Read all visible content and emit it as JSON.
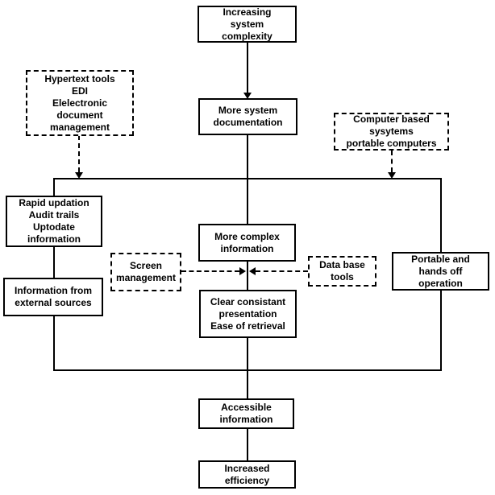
{
  "diagram": {
    "type": "flowchart",
    "colors": {
      "background": "#ffffff",
      "node_fill": "#ffffff",
      "line": "#000000",
      "text": "#000000"
    },
    "nodes": {
      "increasing_system_complexity": {
        "label": "Increasing\nsystem\ncomplexity",
        "style": "solid"
      },
      "more_system_documentation": {
        "label": "More system\ndocumentation",
        "style": "solid"
      },
      "hypertext_tools": {
        "label": "Hypertext tools\nEDI\nElelectronic\ndocument\nmanagement",
        "style": "dashed"
      },
      "computer_based_systems": {
        "label": "Computer based\nsysytems\nportable computers",
        "style": "dashed"
      },
      "rapid_updation": {
        "label": "Rapid updation\nAudit trails\nUptodate\ninformation",
        "style": "solid"
      },
      "information_from_external_sources": {
        "label": "Information from\nexternal sources",
        "style": "solid"
      },
      "more_complex_information": {
        "label": "More complex\ninformation",
        "style": "solid"
      },
      "screen_management": {
        "label": "Screen\nmanagement",
        "style": "dashed"
      },
      "data_base_tools": {
        "label": "Data base\ntools",
        "style": "dashed"
      },
      "portable_hands_off": {
        "label": "Portable and\nhands off\noperation",
        "style": "solid"
      },
      "clear_consistant_presentation": {
        "label": "Clear consistant\npresentation\nEase of retrieval",
        "style": "solid"
      },
      "accessible_information": {
        "label": "Accessible\ninformation",
        "style": "solid"
      },
      "increased_efficiency": {
        "label": "Increased\nefficiency",
        "style": "solid"
      }
    },
    "edges": [
      {
        "from": "increasing_system_complexity",
        "to": "more_system_documentation",
        "style": "solid",
        "arrow": true
      },
      {
        "from": "more_system_documentation",
        "to": "more_complex_information",
        "style": "solid",
        "arrow": false
      },
      {
        "from": "more_system_documentation",
        "to": "rapid_updation",
        "style": "solid",
        "arrow": false
      },
      {
        "from": "more_system_documentation",
        "to": "portable_hands_off",
        "style": "solid",
        "arrow": false
      },
      {
        "from": "hypertext_tools",
        "to": "left_branch_line",
        "style": "dashed",
        "arrow": true
      },
      {
        "from": "computer_based_systems",
        "to": "right_branch_line",
        "style": "dashed",
        "arrow": true
      },
      {
        "from": "screen_management",
        "to": "center_flow_line",
        "style": "dashed",
        "arrow": true
      },
      {
        "from": "data_base_tools",
        "to": "center_flow_line",
        "style": "dashed",
        "arrow": true
      },
      {
        "from": "rapid_updation",
        "to": "information_from_external_sources",
        "style": "solid",
        "arrow": false
      },
      {
        "from": "more_complex_information",
        "to": "clear_consistant_presentation",
        "style": "solid",
        "arrow": false
      },
      {
        "from": "information_from_external_sources",
        "to": "accessible_information",
        "style": "solid",
        "arrow": false
      },
      {
        "from": "clear_consistant_presentation",
        "to": "accessible_information",
        "style": "solid",
        "arrow": false
      },
      {
        "from": "portable_hands_off",
        "to": "accessible_information",
        "style": "solid",
        "arrow": false
      },
      {
        "from": "accessible_information",
        "to": "increased_efficiency",
        "style": "solid",
        "arrow": false
      }
    ]
  }
}
